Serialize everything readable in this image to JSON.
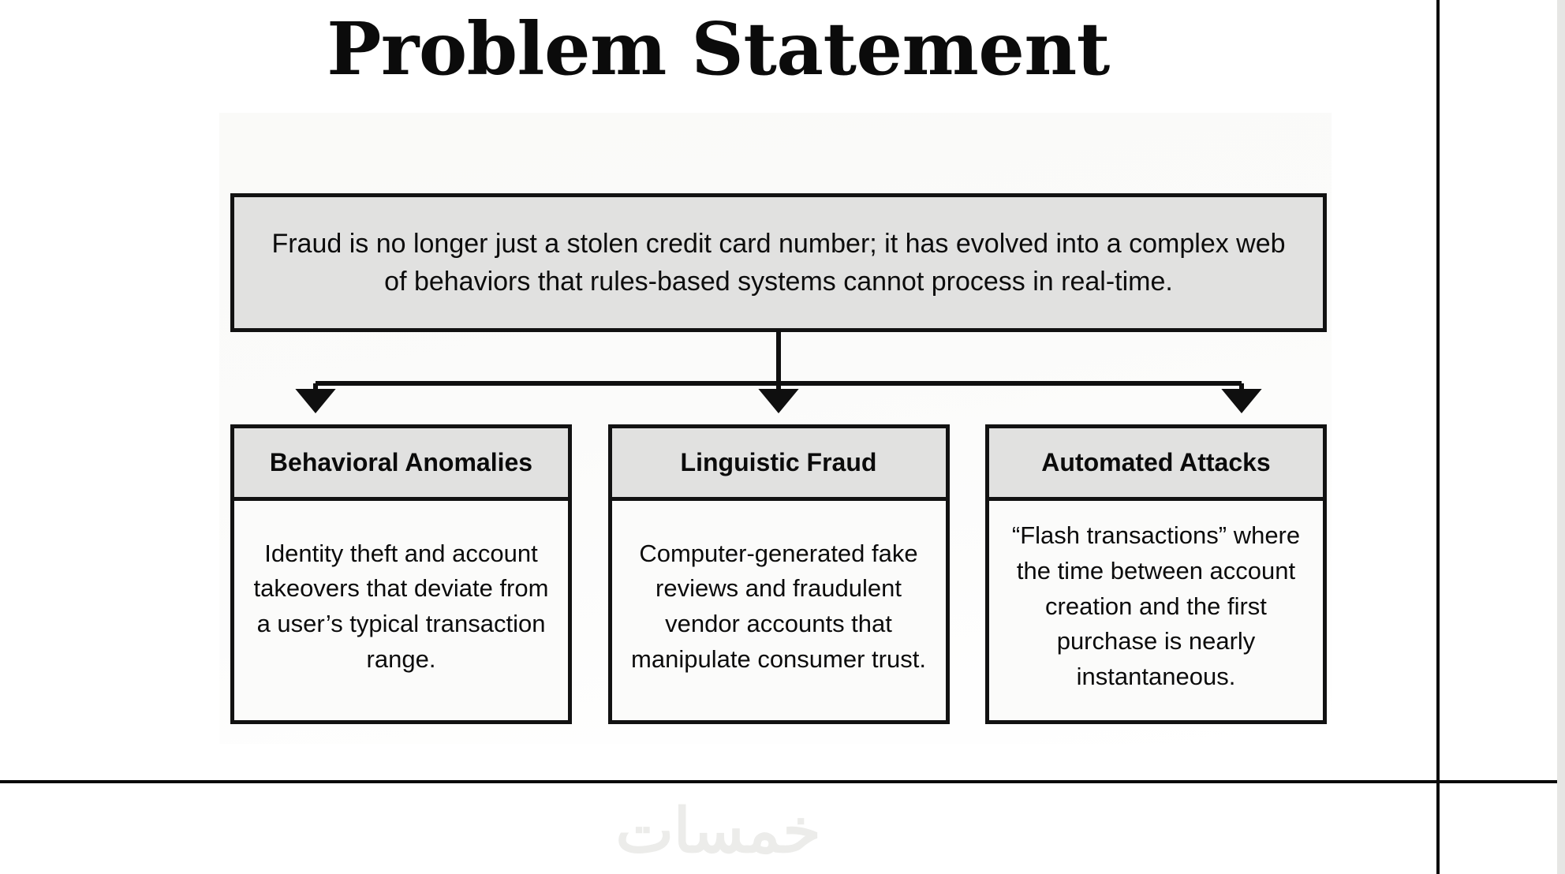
{
  "slide": {
    "title": "Problem Statement",
    "watermark": "خمسات",
    "colors": {
      "ink": "#0b0b0b",
      "box_fill": "#e1e1e0",
      "body_fill": "#fbfbfa",
      "border": "#121212",
      "watermark": "#ececea",
      "rule": "#0a0a0a"
    }
  },
  "diagram": {
    "type": "tree",
    "root": {
      "text": "Fraud is no longer just a stolen credit card number; it has evolved into a complex web of behaviors that rules-based systems cannot process in real-time."
    },
    "branches": [
      {
        "title": "Behavioral Anomalies",
        "text": "Identity theft and account takeovers that deviate from a user’s typical transaction range."
      },
      {
        "title": "Linguistic Fraud",
        "text": "Computer-generated fake reviews and fraudulent vendor accounts that manipulate consumer trust."
      },
      {
        "title": "Automated Attacks",
        "text": "“Flash transactions” where the time between account creation and the first purchase is nearly instantaneous."
      }
    ]
  }
}
